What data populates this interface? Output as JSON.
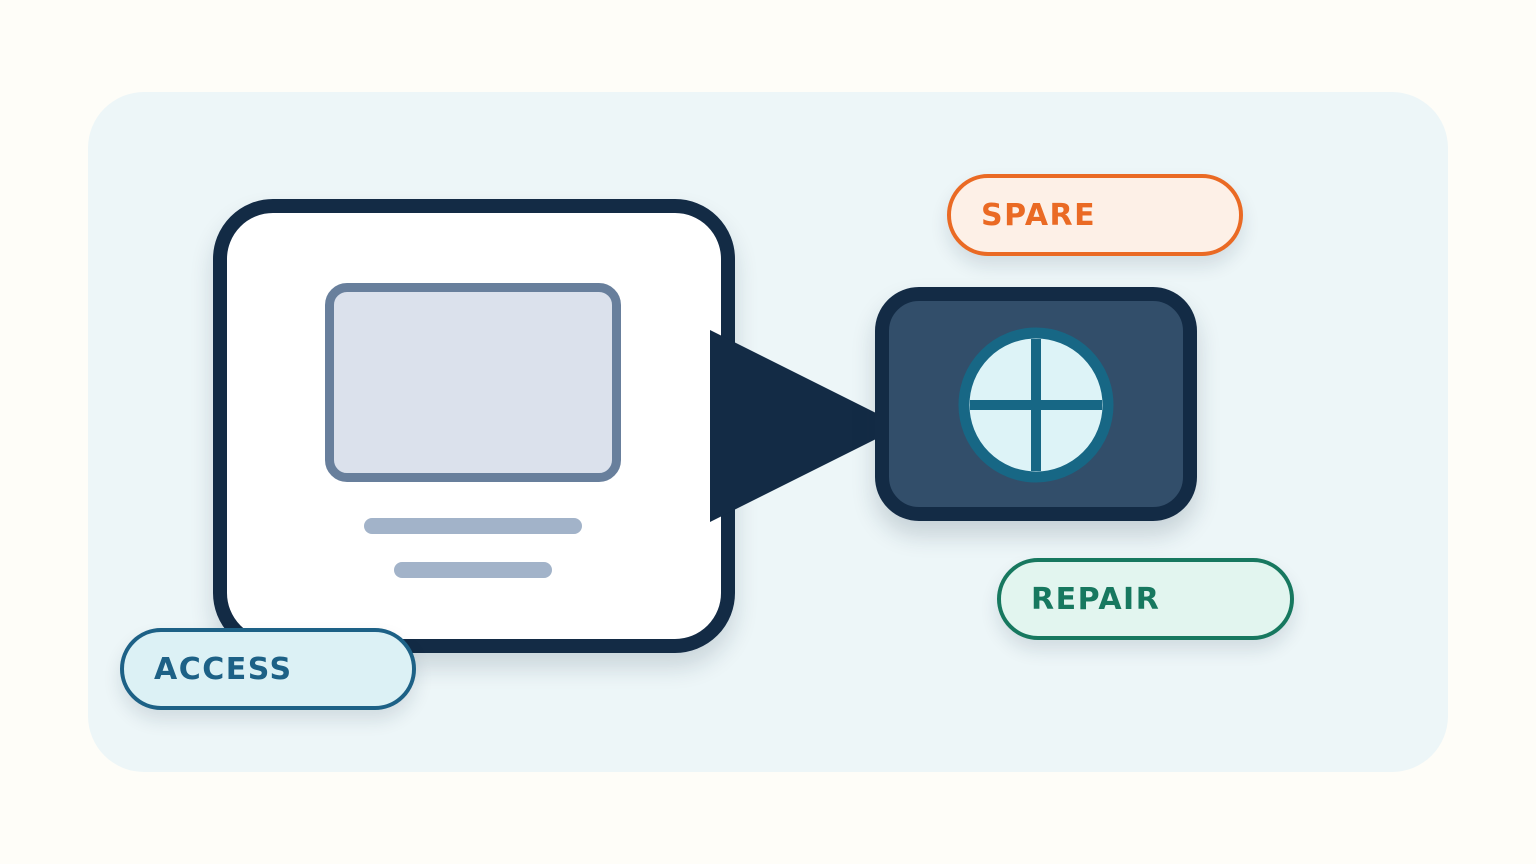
{
  "labels": {
    "spare": "SPARE",
    "repair": "REPAIR",
    "access": "ACCESS"
  },
  "colors": {
    "background": "#fefdf8",
    "panel": "#edf6f8",
    "navy": "#132b45",
    "part_fill": "#324e6a",
    "screen_fill": "#dbe1ec",
    "screen_border": "#687f9c",
    "text_lines": "#a2b3c9",
    "spare_text": "#ea6a24",
    "spare_fill": "#fdf0e7",
    "repair_text": "#17785f",
    "repair_fill": "#e2f5ef",
    "access_text": "#1d6186",
    "access_fill": "#dcf1f5",
    "part_icon_fill": "#ddf3f7",
    "part_icon_stroke": "#176785"
  },
  "icons": {
    "device": "monitor-icon",
    "part": "crosshair-circle-icon",
    "connector": "arrow-right-icon"
  }
}
